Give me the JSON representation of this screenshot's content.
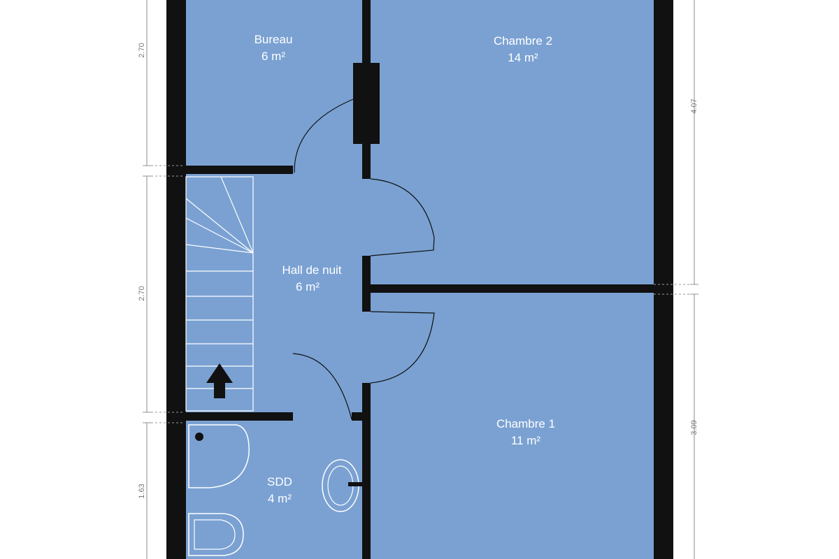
{
  "colors": {
    "floor": "#7aa1d2",
    "wall": "#111111",
    "text": "#ffffff",
    "dimension": "#888888",
    "fixture": "#111111"
  },
  "rooms": [
    {
      "key": "bureau",
      "name": "Bureau",
      "area": "6 m²"
    },
    {
      "key": "chambre2",
      "name": "Chambre 2",
      "area": "14 m²"
    },
    {
      "key": "hall",
      "name": "Hall de nuit",
      "area": "6 m²"
    },
    {
      "key": "chambre1",
      "name": "Chambre 1",
      "area": "11 m²"
    },
    {
      "key": "sdd",
      "name": "SDD",
      "area": "4 m²"
    }
  ],
  "dimensions": {
    "left": [
      "2.70",
      "2.70",
      "1.63"
    ],
    "right": [
      "4.07",
      "3.09"
    ]
  },
  "icons": [
    "stair-arrow-icon",
    "shower-icon",
    "sink-icon",
    "toilet-icon"
  ]
}
